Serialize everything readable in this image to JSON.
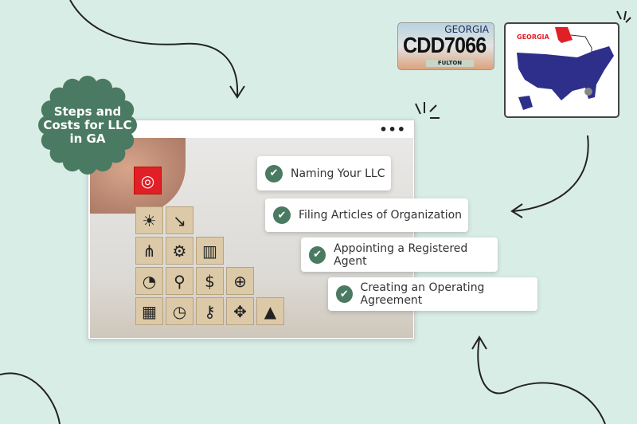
{
  "badge": {
    "title": "Steps and Costs for LLC in GA",
    "color": "#4a7a62"
  },
  "window": {
    "menu_icon": "more-dots-icon"
  },
  "steps": [
    {
      "label": "Naming Your LLC",
      "icon": "check-icon"
    },
    {
      "label": "Filing Articles of Organization",
      "icon": "check-icon"
    },
    {
      "label": "Appointing a Registered Agent",
      "icon": "check-icon"
    },
    {
      "label": "Creating an Operating Agreement",
      "icon": "check-icon"
    }
  ],
  "plate": {
    "state": "GEORGIA",
    "number": "CDD7066",
    "county": "FULTON"
  },
  "map": {
    "label": "GEORGIA",
    "highlight_color": "#e11f26",
    "map_color": "#2e2f8a"
  },
  "colors": {
    "background": "#d9ede7",
    "accent": "#4a7a62"
  }
}
